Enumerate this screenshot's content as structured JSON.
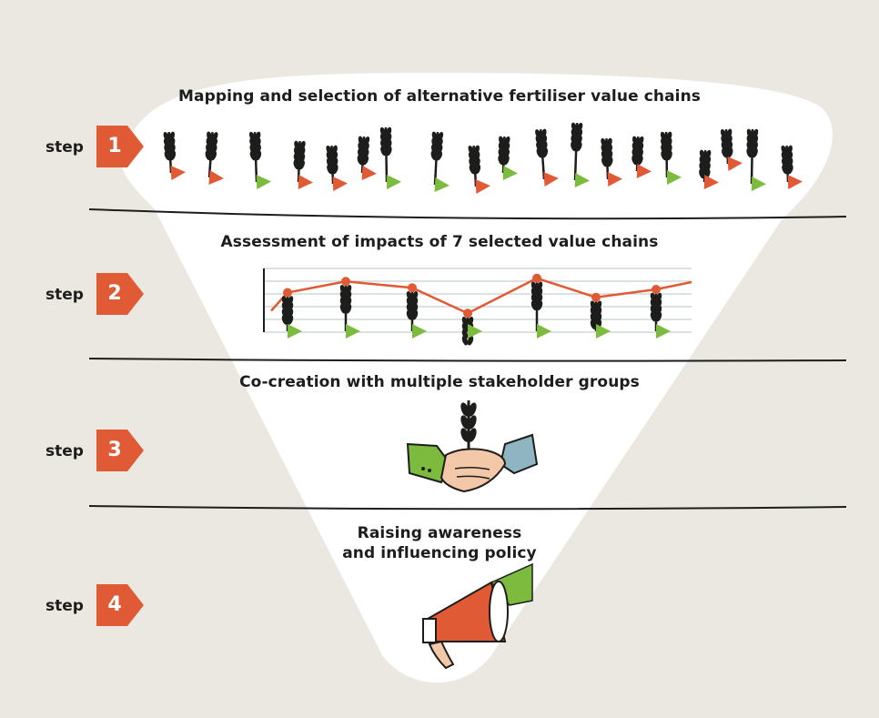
{
  "colors": {
    "background": "#ebe8e1",
    "funnel": "#ffffff",
    "accent_orange": "#e05a35",
    "accent_green": "#7dbb3f",
    "ink": "#1d1d1b"
  },
  "steps": [
    {
      "label": "step",
      "number": "1",
      "title": "Mapping and selection of alternative fertiliser value chains",
      "illustration": "wheat-field-icon"
    },
    {
      "label": "step",
      "number": "2",
      "title": "Assessment of impacts of 7 selected value chains",
      "illustration": "line-chart-wheat-icon"
    },
    {
      "label": "step",
      "number": "3",
      "title": "Co-creation with multiple stakeholder groups",
      "illustration": "handshake-wheat-icon"
    },
    {
      "label": "step",
      "number": "4",
      "title_line1": "Raising awareness",
      "title_line2": "and influencing policy",
      "illustration": "megaphone-icon"
    }
  ],
  "step2_chart": {
    "points": [
      2.2,
      2.9,
      2.5,
      0.9,
      3.1,
      1.9,
      2.4
    ],
    "y_range": [
      0,
      4
    ]
  }
}
